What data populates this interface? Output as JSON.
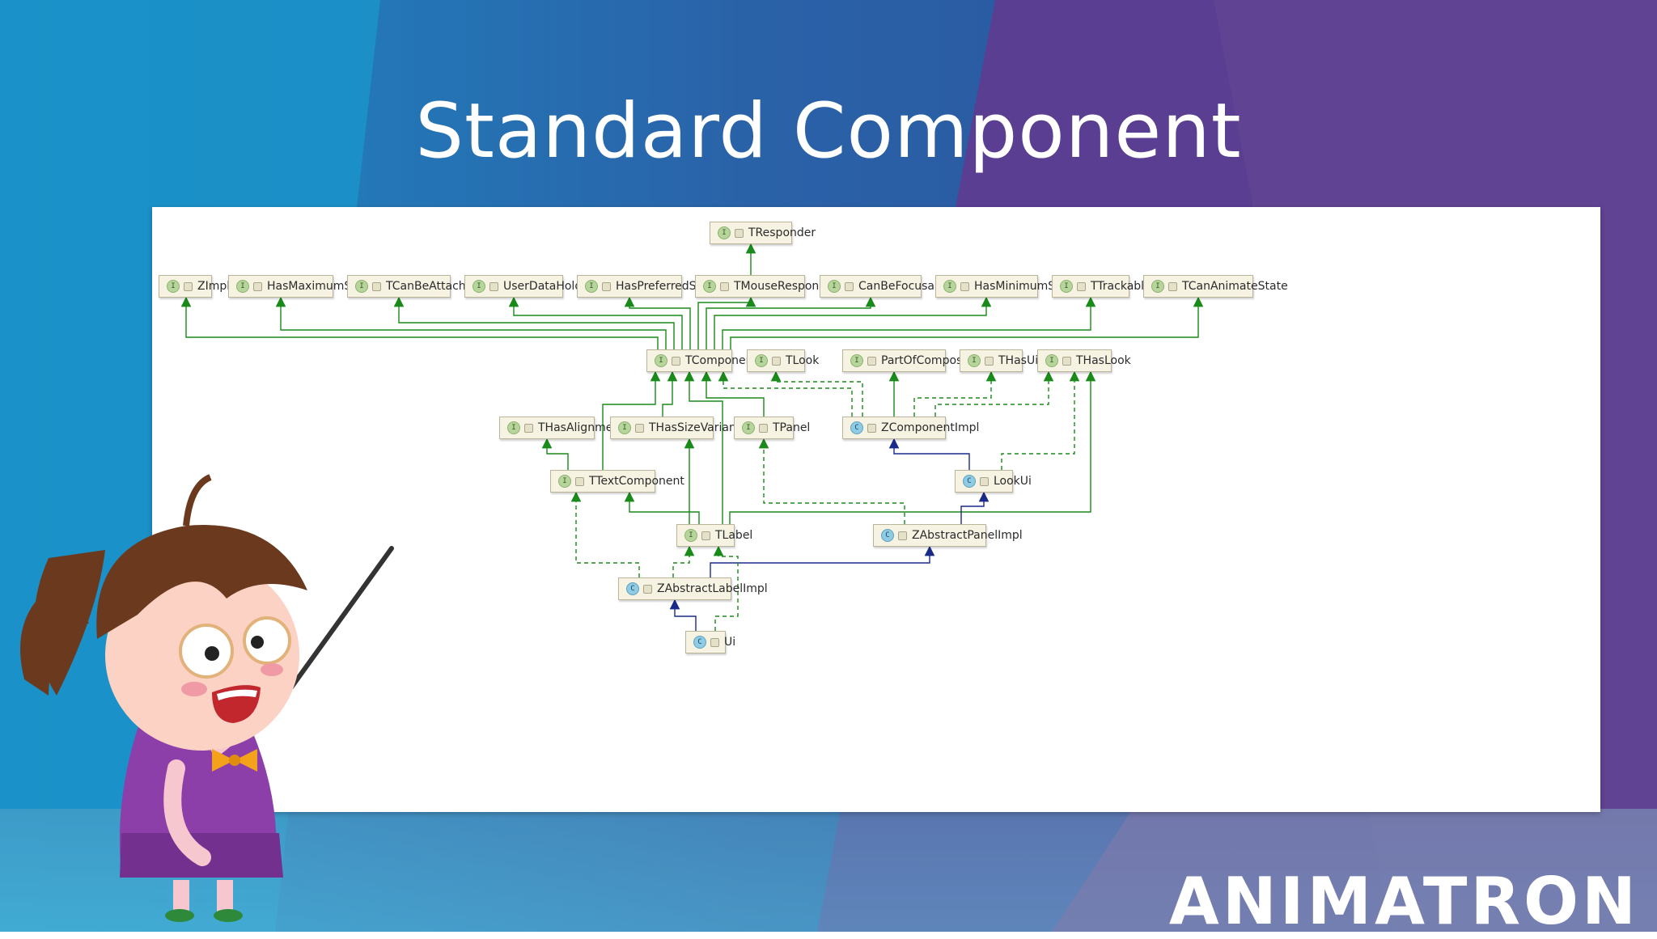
{
  "slide": {
    "title": "Standard Component",
    "logo": "ANIMATRON",
    "colors": {
      "bg_left": "#1f86c4",
      "bg_right": "#5b3f93",
      "bg_bottom": "#57b7d8",
      "panel": "#ffffff"
    }
  },
  "diagram": {
    "edge_colors": {
      "extends": "#1a8a1a",
      "implements": "#1a8a1a",
      "class_extends": "#1a2a8a"
    },
    "nodes": [
      {
        "id": "TResponder",
        "label": "TResponder",
        "kind": "I"
      },
      {
        "id": "ZImpl",
        "label": "ZImpl",
        "kind": "I"
      },
      {
        "id": "HasMaximumSize",
        "label": "HasMaximumSize",
        "kind": "I"
      },
      {
        "id": "TCanBeAttached",
        "label": "TCanBeAttached",
        "kind": "I"
      },
      {
        "id": "UserDataHolder",
        "label": "UserDataHolder",
        "kind": "I"
      },
      {
        "id": "HasPreferredSize",
        "label": "HasPreferredSize",
        "kind": "I"
      },
      {
        "id": "TMouseResponder",
        "label": "TMouseResponder",
        "kind": "I"
      },
      {
        "id": "CanBeFocusable",
        "label": "CanBeFocusable",
        "kind": "I"
      },
      {
        "id": "HasMinimumSize",
        "label": "HasMinimumSize",
        "kind": "I"
      },
      {
        "id": "TTrackable",
        "label": "TTrackable",
        "kind": "I"
      },
      {
        "id": "TCanAnimateState",
        "label": "TCanAnimateState",
        "kind": "I"
      },
      {
        "id": "TComponent",
        "label": "TComponent",
        "kind": "I"
      },
      {
        "id": "TLook",
        "label": "TLook",
        "kind": "I"
      },
      {
        "id": "PartOfComposite",
        "label": "PartOfComposite",
        "kind": "I"
      },
      {
        "id": "THasUi",
        "label": "THasUi",
        "kind": "I"
      },
      {
        "id": "THasLook",
        "label": "THasLook",
        "kind": "I"
      },
      {
        "id": "THasAlignment",
        "label": "THasAlignment",
        "kind": "I"
      },
      {
        "id": "THasSizeVariants",
        "label": "THasSizeVariants",
        "kind": "I"
      },
      {
        "id": "TPanel",
        "label": "TPanel",
        "kind": "I"
      },
      {
        "id": "ZComponentImpl",
        "label": "ZComponentImpl",
        "kind": "C"
      },
      {
        "id": "TTextComponent",
        "label": "TTextComponent",
        "kind": "I"
      },
      {
        "id": "LookUi",
        "label": "LookUi",
        "kind": "C"
      },
      {
        "id": "TLabel",
        "label": "TLabel",
        "kind": "I"
      },
      {
        "id": "ZAbstractPanelImpl",
        "label": "ZAbstractPanelImpl",
        "kind": "C"
      },
      {
        "id": "ZAbstractLabelImpl",
        "label": "ZAbstractLabelImpl",
        "kind": "C"
      },
      {
        "id": "Ui",
        "label": "Ui",
        "kind": "C"
      }
    ],
    "edges": [
      {
        "from": "TMouseResponder",
        "to": "TResponder",
        "type": "extends"
      },
      {
        "from": "TComponent",
        "to": "ZImpl",
        "type": "extends"
      },
      {
        "from": "TComponent",
        "to": "HasMaximumSize",
        "type": "extends"
      },
      {
        "from": "TComponent",
        "to": "TCanBeAttached",
        "type": "extends"
      },
      {
        "from": "TComponent",
        "to": "UserDataHolder",
        "type": "extends"
      },
      {
        "from": "TComponent",
        "to": "HasPreferredSize",
        "type": "extends"
      },
      {
        "from": "TComponent",
        "to": "TMouseResponder",
        "type": "extends"
      },
      {
        "from": "TComponent",
        "to": "CanBeFocusable",
        "type": "extends"
      },
      {
        "from": "TComponent",
        "to": "HasMinimumSize",
        "type": "extends"
      },
      {
        "from": "TComponent",
        "to": "TTrackable",
        "type": "extends"
      },
      {
        "from": "TComponent",
        "to": "TCanAnimateState",
        "type": "extends"
      },
      {
        "from": "TTextComponent",
        "to": "TComponent",
        "type": "extends"
      },
      {
        "from": "THasSizeVariants",
        "to": "TComponent",
        "type": "extends"
      },
      {
        "from": "TLabel",
        "to": "TComponent",
        "type": "extends"
      },
      {
        "from": "TPanel",
        "to": "TComponent",
        "type": "extends"
      },
      {
        "from": "ZComponentImpl",
        "to": "TComponent",
        "type": "implements"
      },
      {
        "from": "ZComponentImpl",
        "to": "TLook",
        "type": "implements"
      },
      {
        "from": "ZComponentImpl",
        "to": "PartOfComposite",
        "type": "extends"
      },
      {
        "from": "ZComponentImpl",
        "to": "THasUi",
        "type": "implements"
      },
      {
        "from": "ZComponentImpl",
        "to": "THasLook",
        "type": "implements"
      },
      {
        "from": "LookUi",
        "to": "ZComponentImpl",
        "type": "class_extends"
      },
      {
        "from": "LookUi",
        "to": "THasLook",
        "type": "implements"
      },
      {
        "from": "TTextComponent",
        "to": "THasAlignment",
        "type": "extends"
      },
      {
        "from": "TLabel",
        "to": "TTextComponent",
        "type": "extends"
      },
      {
        "from": "TLabel",
        "to": "THasSizeVariants",
        "type": "extends"
      },
      {
        "from": "TLabel",
        "to": "THasLook",
        "type": "extends"
      },
      {
        "from": "ZAbstractPanelImpl",
        "to": "LookUi",
        "type": "class_extends"
      },
      {
        "from": "ZAbstractPanelImpl",
        "to": "TPanel",
        "type": "implements"
      },
      {
        "from": "ZAbstractLabelImpl",
        "to": "TTextComponent",
        "type": "implements"
      },
      {
        "from": "ZAbstractLabelImpl",
        "to": "TLabel",
        "type": "implements"
      },
      {
        "from": "ZAbstractLabelImpl",
        "to": "ZAbstractPanelImpl",
        "type": "class_extends"
      },
      {
        "from": "Ui",
        "to": "ZAbstractLabelImpl",
        "type": "class_extends"
      },
      {
        "from": "Ui",
        "to": "TLabel",
        "type": "implements"
      }
    ]
  }
}
